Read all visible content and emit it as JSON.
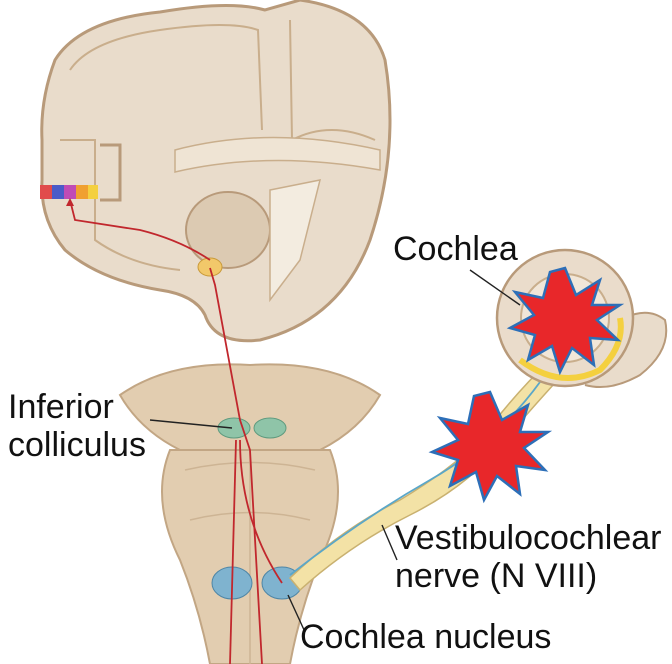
{
  "labels": {
    "cochlea": "Cochlea",
    "inferior_colliculus_line1": "Inferior",
    "inferior_colliculus_line2": "colliculus",
    "vestibulocochlear_line1": "Vestibulocochlear",
    "vestibulocochlear_line2": "nerve (N VIII)",
    "cochlea_nucleus": "Cochlea nucleus"
  },
  "colors": {
    "brain_tissue": "#e9dccb",
    "brain_outline": "#b89a7a",
    "cortex_fill": "#e4d3bf",
    "brainstem": "#e2cdb0",
    "colliculus": "#8fc4a8",
    "nucleus": "#7fb3cf",
    "thalamic_relay": "#f2c86a",
    "pathway": "#c1272d",
    "nerve": "#f3e2a6",
    "starburst_fill": "#e8272a",
    "starburst_edge": "#2d6fb8",
    "tonotopic_band": [
      "#e14b4b",
      "#4b5bc8",
      "#c04bb5",
      "#f0a030",
      "#f4d03f"
    ]
  }
}
